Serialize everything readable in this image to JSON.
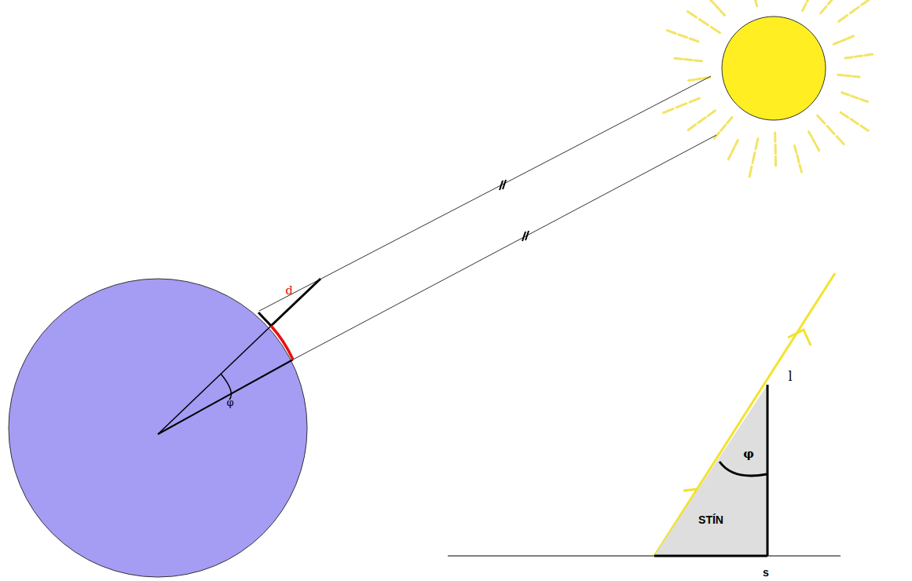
{
  "diagram": {
    "nodes": [
      {
        "text": [
          "φ"
        ]
      },
      {
        "text": [
          "φ",
          "STÍN"
        ]
      }
    ],
    "labels": [
      "d",
      "l",
      "s"
    ]
  }
}
